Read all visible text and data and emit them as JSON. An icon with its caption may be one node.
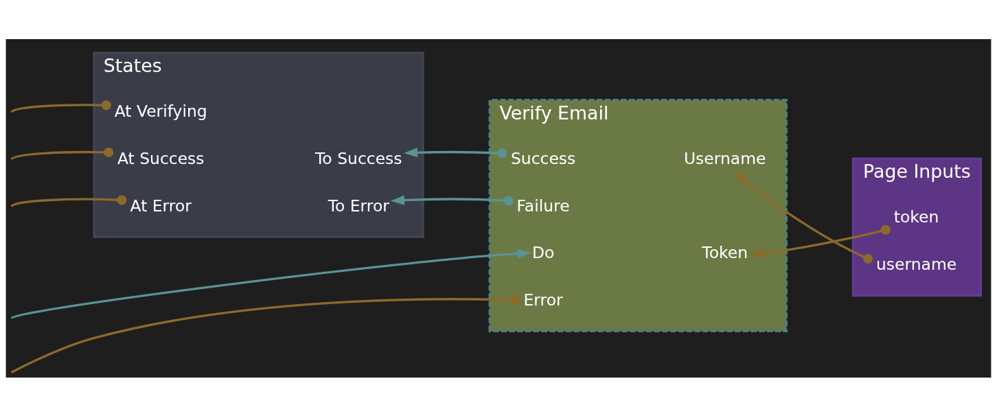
{
  "diagram": {
    "nodes": [
      {
        "text": [
          "Verify Email"
        ]
      },
      {
        "text": [
          "Do"
        ],
        "in": 0
      },
      {
        "text": [
          "Token"
        ],
        "in": 0
      },
      {
        "text": [
          "Success"
        ],
        "in": 0
      },
      {
        "text": [
          "Username"
        ],
        "in": 0
      },
      {
        "text": [
          "Failure"
        ],
        "in": 0
      },
      {
        "text": [
          "Error"
        ],
        "in": 0
      },
      {
        "text": [
          "Page Inputs"
        ]
      },
      {
        "text": [
          "token"
        ],
        "in": 7
      },
      {
        "text": [
          "username"
        ],
        "in": 7
      },
      {
        "text": [
          "States"
        ]
      },
      {
        "text": [
          "At Verifying"
        ],
        "in": 10
      },
      {
        "text": [
          "At Success"
        ],
        "in": 10
      },
      {
        "text": [
          "To Success"
        ],
        "in": 10
      },
      {
        "text": [
          "At Error"
        ],
        "in": 10
      },
      {
        "text": [
          "To Error"
        ],
        "in": 10
      }
    ],
    "edges": [
      {
        "from": null,
        "to": 1,
        "arrow": "to",
        "color": "#5a9394"
      },
      {
        "from": 8,
        "to": 2,
        "arrow": "to"
      },
      {
        "from": 9,
        "to": 4,
        "arrow": "to"
      },
      {
        "from": 3,
        "to": 13,
        "arrow": "to",
        "color": "#5a9394"
      },
      {
        "from": 5,
        "to": 15,
        "arrow": "to",
        "color": "#5a9394"
      },
      {
        "from": 6,
        "to": null,
        "arrow": "other"
      },
      {
        "from": null,
        "to": 11,
        "arrow": "other"
      },
      {
        "from": null,
        "to": 12,
        "arrow": "other"
      },
      {
        "from": null,
        "to": 14,
        "arrow": "other"
      }
    ]
  }
}
